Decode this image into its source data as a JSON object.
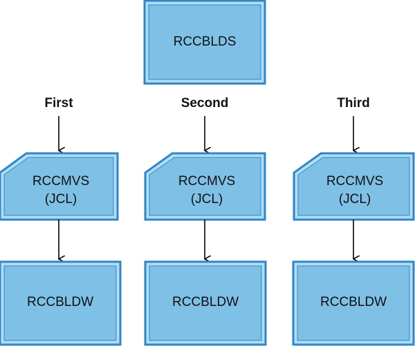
{
  "colors": {
    "box_fill": "#7fc0e6",
    "box_fill_light": "#b3dcf2",
    "box_border": "#2f86c8",
    "arrow": "#000000"
  },
  "top_node": {
    "label": "RCCBLDS"
  },
  "columns": [
    {
      "label": "First",
      "card": {
        "line1": "RCCMVS",
        "line2": "(JCL)"
      },
      "output": {
        "label": "RCCBLDW"
      }
    },
    {
      "label": "Second",
      "card": {
        "line1": "RCCMVS",
        "line2": "(JCL)"
      },
      "output": {
        "label": "RCCBLDW"
      }
    },
    {
      "label": "Third",
      "card": {
        "line1": "RCCMVS",
        "line2": "(JCL)"
      },
      "output": {
        "label": "RCCBLDW"
      }
    }
  ]
}
